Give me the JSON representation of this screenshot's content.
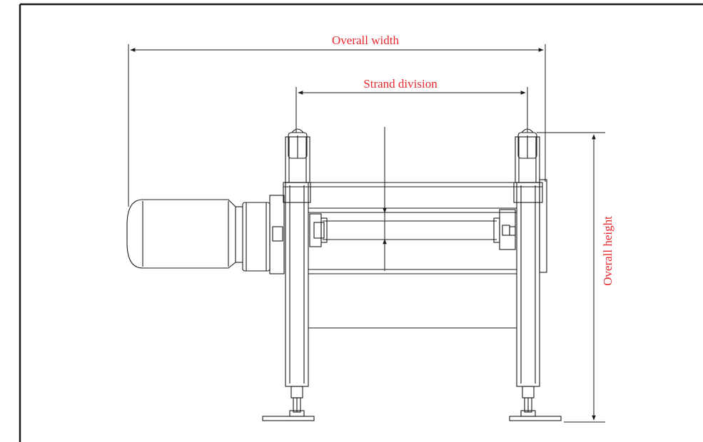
{
  "labels": {
    "overall_width": "Overall width",
    "strand_division": "Strand division",
    "overall_height": "Overall height"
  },
  "colors": {
    "dimension_text": "#e8292e",
    "line": "#1a1a1a",
    "background": "#ffffff"
  }
}
